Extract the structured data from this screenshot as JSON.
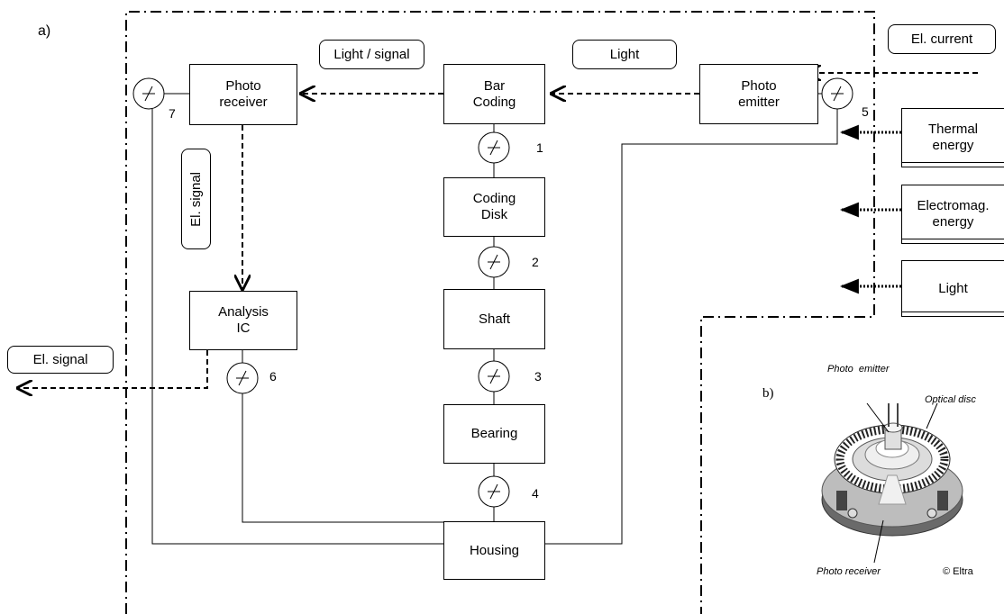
{
  "panel_a_label": "a)",
  "panel_b_label": "b)",
  "blocks": {
    "photo_receiver": "Photo\nreceiver",
    "bar_coding": "Bar\nCoding",
    "photo_emitter": "Photo\nemitter",
    "coding_disk": "Coding\nDisk",
    "shaft": "Shaft",
    "bearing": "Bearing",
    "housing": "Housing",
    "analysis_ic": "Analysis\nIC"
  },
  "flow_labels": {
    "light_signal": "Light / signal",
    "light": "Light",
    "el_signal_vertical": "El. signal",
    "el_signal_out": "El. signal",
    "el_current": "El. current"
  },
  "external_inputs": {
    "thermal": "Thermal\nenergy",
    "electromag": "Electromag.\nenergy",
    "light": "Light"
  },
  "interface_numbers": [
    "1",
    "2",
    "3",
    "4",
    "5",
    "6",
    "7"
  ],
  "photo": {
    "emitter": "Photo  emitter",
    "disc": "Optical disc",
    "receiver": "Photo receiver",
    "credit": "© Eltra"
  }
}
